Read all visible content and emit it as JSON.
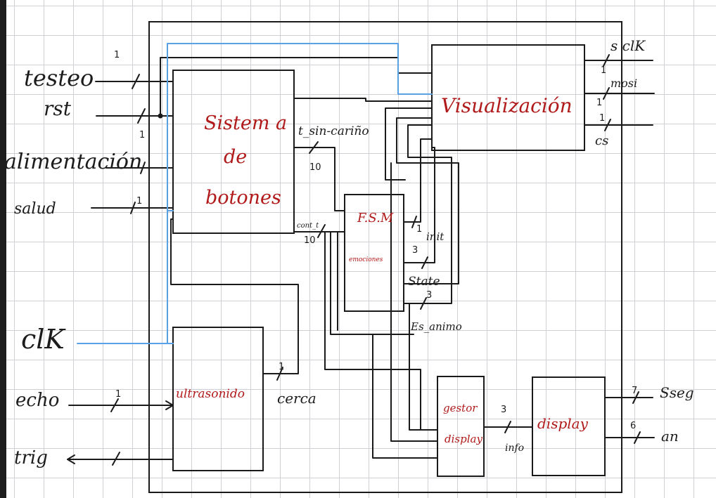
{
  "inputs": {
    "testeo": "testeo",
    "rst": "rst",
    "alimentacion": "alimentación",
    "salud": "salud",
    "clk": "clK",
    "echo": "echo",
    "trig": "trig"
  },
  "outputs": {
    "sclk": "s clK",
    "mosi": "mosi",
    "cs": "cs",
    "sseg": "Sseg",
    "an": "an"
  },
  "blocks": {
    "sistema_botones": [
      "Sistem a",
      "de",
      "botones"
    ],
    "visualizacion": "Visualización",
    "fsm": "F.S.M",
    "fsm_sub": "emociones",
    "ultrasonido": "ultrasonido",
    "gestor_display": [
      "gestor",
      "display"
    ],
    "display": "display"
  },
  "signals": {
    "t_sin_carino": "t_sin-cariño",
    "cont_t": "cont_t",
    "init": "init",
    "state": "State",
    "es_animo": "Es_animo",
    "cerca": "cerca",
    "info": "info"
  },
  "widths": {
    "bus_1": "1",
    "bus_3": "3",
    "bus_10": "10",
    "bus_7": "7",
    "bus_6": "6"
  },
  "colors": {
    "wire": "#1a1a1a",
    "clock_wire": "#5aa0e6",
    "block_text": "#b11a1a",
    "grid": "#cfcfd4"
  }
}
